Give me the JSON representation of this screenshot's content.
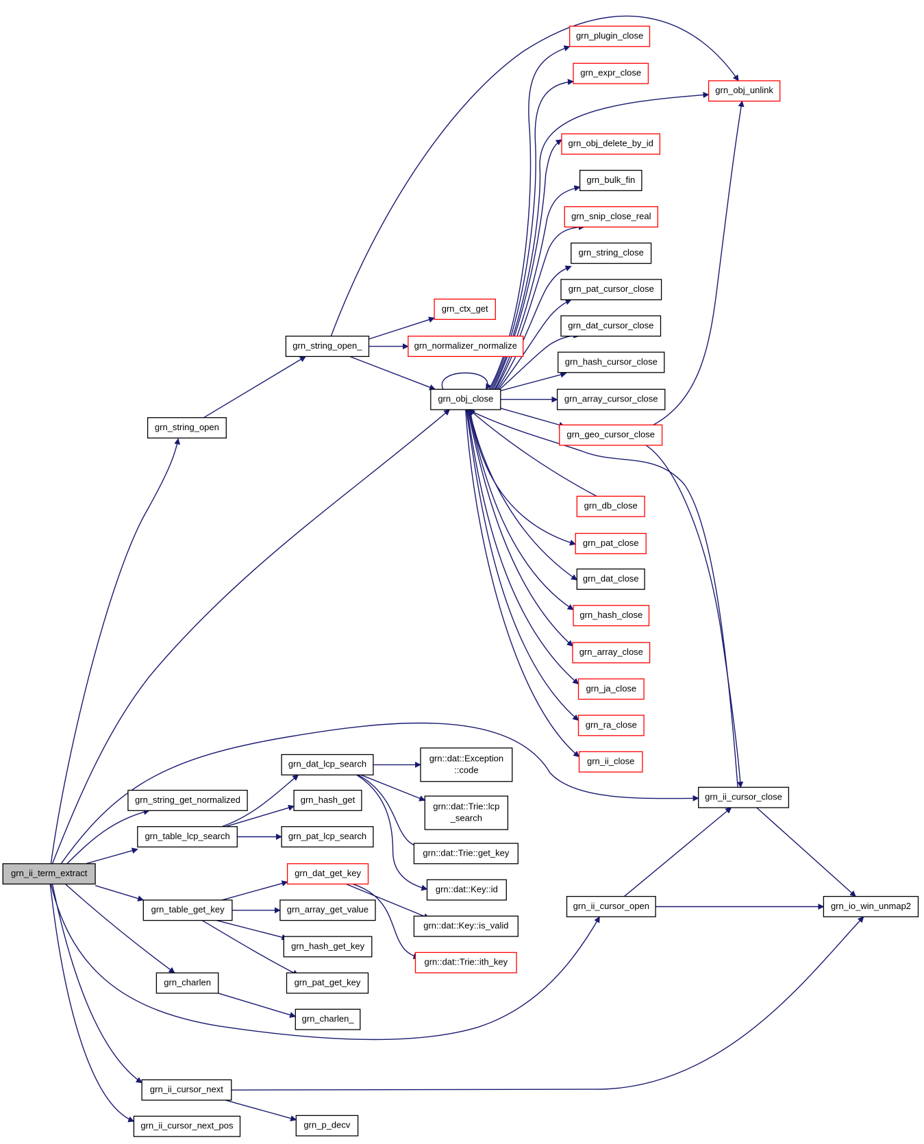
{
  "diagram": {
    "type": "call-graph",
    "colors": {
      "edge": "#191970",
      "border_default": "#000000",
      "border_truncated": "#ff0000",
      "root_fill": "#bfbfbf"
    },
    "nodes": [
      {
        "id": "n_root",
        "lines": [
          "grn_ii_term_extract"
        ],
        "kind": "root"
      },
      {
        "id": "n_string_open",
        "lines": [
          "grn_string_open"
        ],
        "kind": "black"
      },
      {
        "id": "n_string_open_",
        "lines": [
          "grn_string_open_"
        ],
        "kind": "black"
      },
      {
        "id": "n_ctx_get",
        "lines": [
          "grn_ctx_get"
        ],
        "kind": "red"
      },
      {
        "id": "n_normalizer_normalize",
        "lines": [
          "grn_normalizer_normalize"
        ],
        "kind": "red"
      },
      {
        "id": "n_obj_close",
        "lines": [
          "grn_obj_close"
        ],
        "kind": "black"
      },
      {
        "id": "n_plugin_close",
        "lines": [
          "grn_plugin_close"
        ],
        "kind": "red"
      },
      {
        "id": "n_expr_close",
        "lines": [
          "grn_expr_close"
        ],
        "kind": "red"
      },
      {
        "id": "n_obj_unlink",
        "lines": [
          "grn_obj_unlink"
        ],
        "kind": "red"
      },
      {
        "id": "n_obj_delete_by_id",
        "lines": [
          "grn_obj_delete_by_id"
        ],
        "kind": "red"
      },
      {
        "id": "n_bulk_fin",
        "lines": [
          "grn_bulk_fin"
        ],
        "kind": "black"
      },
      {
        "id": "n_snip_close_real",
        "lines": [
          "grn_snip_close_real"
        ],
        "kind": "red"
      },
      {
        "id": "n_string_close",
        "lines": [
          "grn_string_close"
        ],
        "kind": "black"
      },
      {
        "id": "n_pat_cursor_close",
        "lines": [
          "grn_pat_cursor_close"
        ],
        "kind": "black"
      },
      {
        "id": "n_dat_cursor_close",
        "lines": [
          "grn_dat_cursor_close"
        ],
        "kind": "black"
      },
      {
        "id": "n_hash_cursor_close",
        "lines": [
          "grn_hash_cursor_close"
        ],
        "kind": "black"
      },
      {
        "id": "n_array_cursor_close",
        "lines": [
          "grn_array_cursor_close"
        ],
        "kind": "black"
      },
      {
        "id": "n_geo_cursor_close",
        "lines": [
          "grn_geo_cursor_close"
        ],
        "kind": "red"
      },
      {
        "id": "n_db_close",
        "lines": [
          "grn_db_close"
        ],
        "kind": "red"
      },
      {
        "id": "n_pat_close",
        "lines": [
          "grn_pat_close"
        ],
        "kind": "red"
      },
      {
        "id": "n_dat_close",
        "lines": [
          "grn_dat_close"
        ],
        "kind": "black"
      },
      {
        "id": "n_hash_close",
        "lines": [
          "grn_hash_close"
        ],
        "kind": "red"
      },
      {
        "id": "n_array_close",
        "lines": [
          "grn_array_close"
        ],
        "kind": "red"
      },
      {
        "id": "n_ja_close",
        "lines": [
          "grn_ja_close"
        ],
        "kind": "red"
      },
      {
        "id": "n_ra_close",
        "lines": [
          "grn_ra_close"
        ],
        "kind": "red"
      },
      {
        "id": "n_ii_close",
        "lines": [
          "grn_ii_close"
        ],
        "kind": "red"
      },
      {
        "id": "n_ii_cursor_close",
        "lines": [
          "grn_ii_cursor_close"
        ],
        "kind": "black"
      },
      {
        "id": "n_string_get_normalized",
        "lines": [
          "grn_string_get_normalized"
        ],
        "kind": "black"
      },
      {
        "id": "n_dat_lcp_search",
        "lines": [
          "grn_dat_lcp_search"
        ],
        "kind": "black"
      },
      {
        "id": "n_exception_code",
        "lines": [
          "grn::dat::Exception",
          "::code"
        ],
        "kind": "black"
      },
      {
        "id": "n_trie_lcp_search",
        "lines": [
          "grn::dat::Trie::lcp",
          "_search"
        ],
        "kind": "black"
      },
      {
        "id": "n_hash_get",
        "lines": [
          "grn_hash_get"
        ],
        "kind": "black"
      },
      {
        "id": "n_table_lcp_search",
        "lines": [
          "grn_table_lcp_search"
        ],
        "kind": "black"
      },
      {
        "id": "n_pat_lcp_search",
        "lines": [
          "grn_pat_lcp_search"
        ],
        "kind": "black"
      },
      {
        "id": "n_trie_get_key",
        "lines": [
          "grn::dat::Trie::get_key"
        ],
        "kind": "black"
      },
      {
        "id": "n_dat_get_key",
        "lines": [
          "grn_dat_get_key"
        ],
        "kind": "red"
      },
      {
        "id": "n_key_id",
        "lines": [
          "grn::dat::Key::id"
        ],
        "kind": "black"
      },
      {
        "id": "n_table_get_key",
        "lines": [
          "grn_table_get_key"
        ],
        "kind": "black"
      },
      {
        "id": "n_array_get_value",
        "lines": [
          "grn_array_get_value"
        ],
        "kind": "black"
      },
      {
        "id": "n_key_is_valid",
        "lines": [
          "grn::dat::Key::is_valid"
        ],
        "kind": "black"
      },
      {
        "id": "n_ii_cursor_open",
        "lines": [
          "grn_ii_cursor_open"
        ],
        "kind": "black"
      },
      {
        "id": "n_io_win_unmap2",
        "lines": [
          "grn_io_win_unmap2"
        ],
        "kind": "black"
      },
      {
        "id": "n_hash_get_key",
        "lines": [
          "grn_hash_get_key"
        ],
        "kind": "black"
      },
      {
        "id": "n_trie_ith_key",
        "lines": [
          "grn::dat::Trie::ith_key"
        ],
        "kind": "red"
      },
      {
        "id": "n_charlen",
        "lines": [
          "grn_charlen"
        ],
        "kind": "black"
      },
      {
        "id": "n_pat_get_key",
        "lines": [
          "grn_pat_get_key"
        ],
        "kind": "black"
      },
      {
        "id": "n_charlen_",
        "lines": [
          "grn_charlen_"
        ],
        "kind": "black"
      },
      {
        "id": "n_ii_cursor_next",
        "lines": [
          "grn_ii_cursor_next"
        ],
        "kind": "black"
      },
      {
        "id": "n_p_decv",
        "lines": [
          "grn_p_decv"
        ],
        "kind": "black"
      },
      {
        "id": "n_ii_cursor_next_pos",
        "lines": [
          "grn_ii_cursor_next_pos"
        ],
        "kind": "black"
      }
    ]
  }
}
